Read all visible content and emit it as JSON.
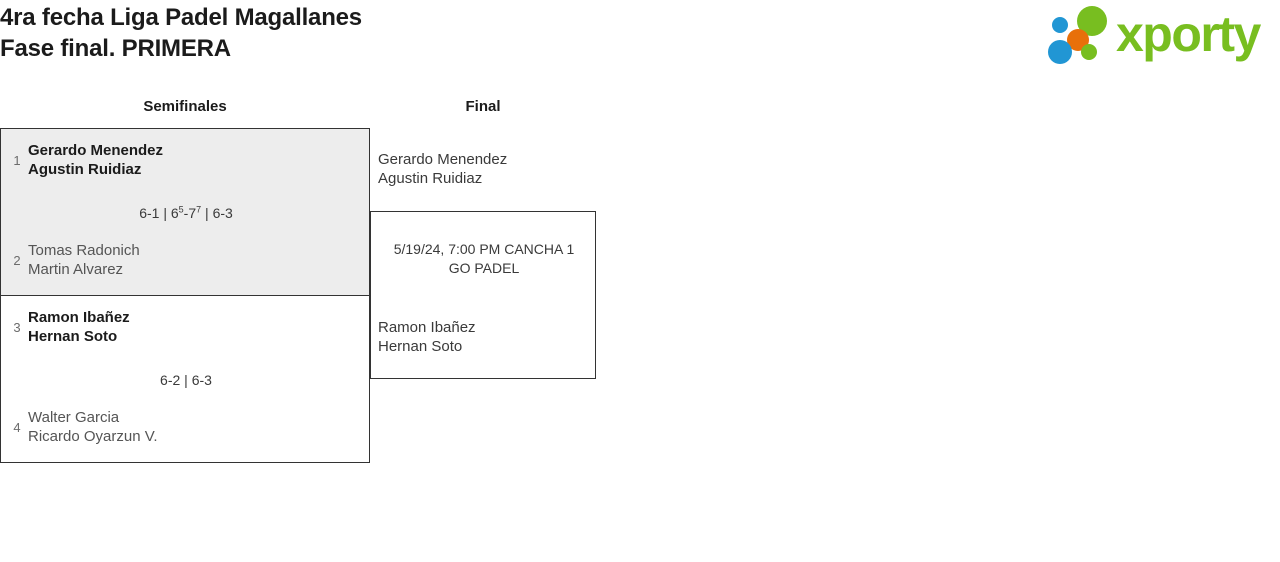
{
  "header": {
    "title_line_1": "4ra fecha Liga Padel Magallanes",
    "title_line_2": "Fase final. PRIMERA",
    "logo_word": "xporty",
    "logo_colors": {
      "green": "#78be20",
      "orange": "#e8700a",
      "blue": "#2196d4"
    }
  },
  "bracket": {
    "rounds": [
      {
        "label": "Semifinales"
      },
      {
        "label": "Final"
      }
    ],
    "semifinals": [
      {
        "seed_top": "1",
        "top_player_1": "Gerardo Menendez",
        "top_player_2": "Agustin Ruidiaz",
        "seed_bottom": "2",
        "bottom_player_1": "Tomas Radonich",
        "bottom_player_2": "Martin Alvarez",
        "score_set_1": "6-1",
        "score_sep_1": "|",
        "score_set_2_a": "6",
        "score_set_2_a_sup": "5",
        "score_set_2_dash": "-7",
        "score_set_2_b_sup": "7",
        "score_sep_2": "|",
        "score_set_3": "6-3"
      },
      {
        "seed_top": "3",
        "top_player_1": "Ramon Ibañez",
        "top_player_2": "Hernan Soto",
        "seed_bottom": "4",
        "bottom_player_1": "Walter Garcia",
        "bottom_player_2": "Ricardo Oyarzun V.",
        "score": "6-2 | 6-3"
      }
    ],
    "final": {
      "top_player_1": "Gerardo Menendez",
      "top_player_2": "Agustin Ruidiaz",
      "bottom_player_1": "Ramon Ibañez",
      "bottom_player_2": "Hernan Soto",
      "info_line_1": "5/19/24, 7:00 PM CANCHA 1",
      "info_line_2": "GO PADEL"
    }
  }
}
